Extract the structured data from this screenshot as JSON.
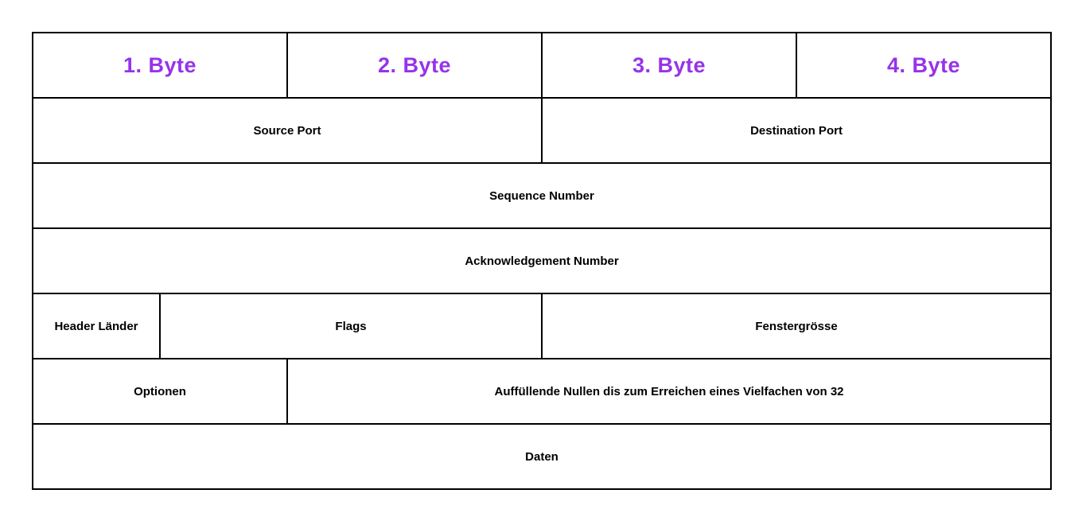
{
  "colors": {
    "byte_header_text": "#9633EA",
    "field_text": "#000000",
    "border": "#000000",
    "background": "#FFFFFF"
  },
  "byte_headers": {
    "byte1": "1. Byte",
    "byte2": "2. Byte",
    "byte3": "3. Byte",
    "byte4": "4. Byte"
  },
  "fields": {
    "source_port": "Source Port",
    "destination_port": "Destination Port",
    "sequence_number": "Sequence Number",
    "acknowledgement_number": "Acknowledgement Number",
    "header_length": "Header Länder",
    "flags": "Flags",
    "window_size": "Fenstergrösse",
    "options": "Optionen",
    "padding": "Auffüllende Nullen dis zum Erreichen eines Vielfachen von 32",
    "data": "Daten"
  }
}
